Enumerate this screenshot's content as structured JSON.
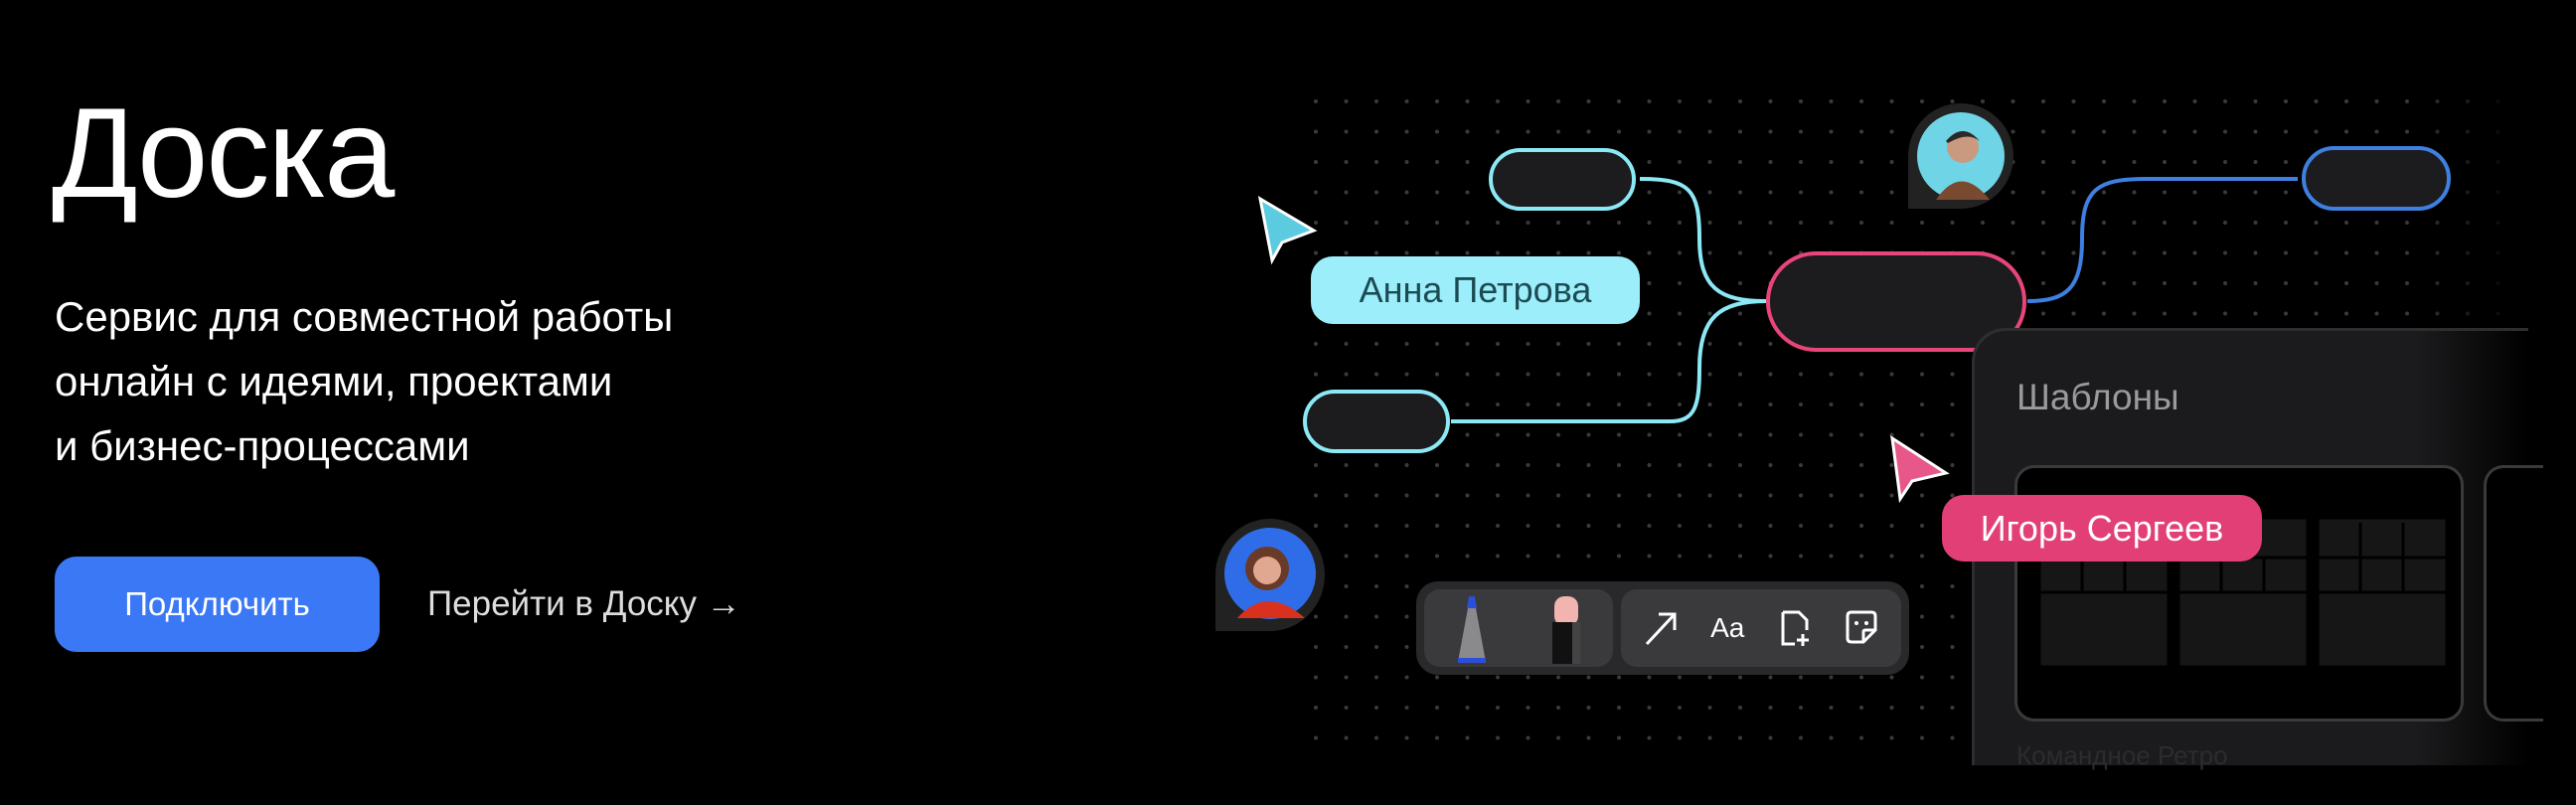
{
  "hero": {
    "title": "Доска",
    "subtitle_lines": [
      "Сервис для совместной работы",
      "онлайн с идеями, проектами",
      "и бизнес-процессами"
    ],
    "connect_button": "Подключить",
    "goto_link": "Перейти в Доску →"
  },
  "board": {
    "cursors": [
      {
        "name": "Анна Петрова",
        "color": "#9ceefa"
      },
      {
        "name": "Игорь Сергеев",
        "color": "#e23f76"
      }
    ],
    "node_colors": {
      "cyan": "#8be8f5",
      "pink": "#e8457a",
      "blue": "#3f7fe0"
    },
    "templates_panel": {
      "title": "Шаблоны",
      "footer": "Командное Ретро"
    },
    "toolbar": {
      "tools": [
        "marker-icon",
        "eraser-icon",
        "arrow-icon",
        "text-icon",
        "add-file-icon",
        "sticker-icon"
      ],
      "text_tool_label": "Aa"
    }
  },
  "colors": {
    "accent": "#3b78f5"
  }
}
